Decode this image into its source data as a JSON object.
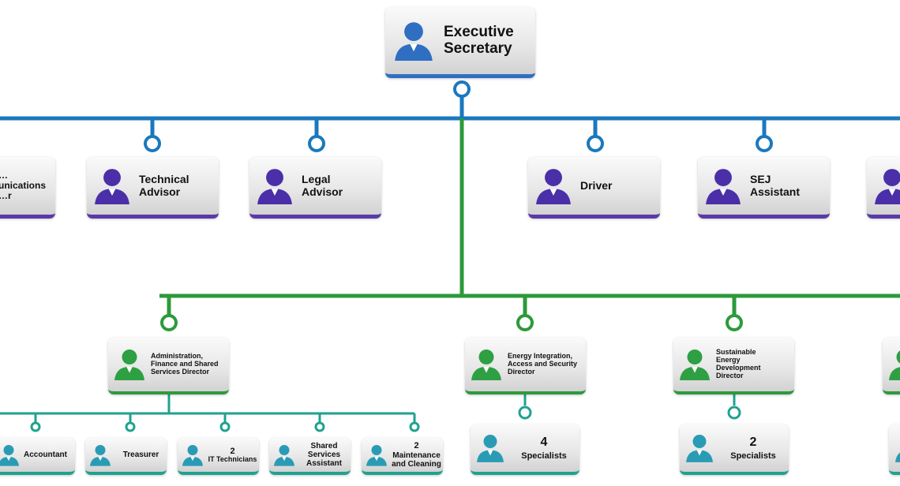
{
  "colors": {
    "exec_line": "#1a78be",
    "exec_bar": "#2f6fc2",
    "advisor_bar": "#5a3aa8",
    "advisor_avatar": "#4a2fa8",
    "director_line": "#2c9a3a",
    "director_avatar": "#2ea043",
    "staff_line": "#1fa28f",
    "staff_avatar": "#2a9bb5"
  },
  "icons": {
    "person": "person-icon",
    "connector": "connector-ring-icon"
  },
  "nodes": {
    "executive": {
      "label": "Executive Secretary"
    },
    "advisors": [
      {
        "id": "communications",
        "label": "…unications …r"
      },
      {
        "id": "technical",
        "label": "Technical Advisor"
      },
      {
        "id": "legal",
        "label": "Legal Advisor"
      },
      {
        "id": "driver",
        "label": "Driver"
      },
      {
        "id": "sej-assistant",
        "label": "SEJ Assistant"
      }
    ],
    "directors": [
      {
        "id": "administration",
        "label": "Administration, Finance and Shared Services Director"
      },
      {
        "id": "energy-integration",
        "label": "Energy Integration, Access and Security Director"
      },
      {
        "id": "sustainable-energy",
        "label": "Sustainable Energy Development Director"
      }
    ],
    "admin_staff": [
      {
        "id": "accountant",
        "count": "",
        "label": "Accountant"
      },
      {
        "id": "treasurer",
        "count": "",
        "label": "Treasurer"
      },
      {
        "id": "it-technicians",
        "count": "2",
        "label": "IT Technicians"
      },
      {
        "id": "shared-services-assistant",
        "count": "",
        "label": "Shared Services Assistant"
      },
      {
        "id": "maintenance",
        "count": "2",
        "label": "Maintenance and Cleaning"
      }
    ],
    "specialists": [
      {
        "id": "energy-integration-specialists",
        "count": "4",
        "label": "Specialists"
      },
      {
        "id": "sustainable-energy-specialists",
        "count": "2",
        "label": "Specialists"
      }
    ]
  }
}
